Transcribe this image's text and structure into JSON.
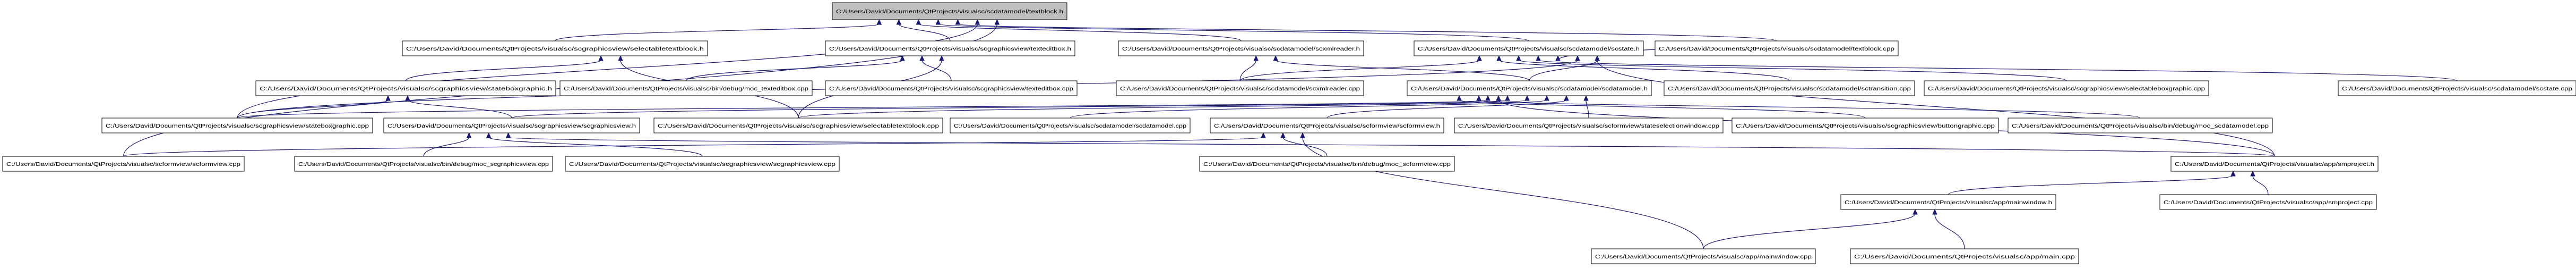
{
  "title": "Include dependency graph for textblock.h",
  "colors": {
    "edge": "#191970",
    "root_fill": "#bfbfbf",
    "node_fill": "#ffffff",
    "node_border": "#000000"
  },
  "nodes": [
    {
      "id": "n0",
      "label": "C:/Users/David/Documents/QtProjects/visualsc/scdatamodel/textblock.h",
      "root": true
    },
    {
      "id": "n1",
      "label": "C:/Users/David/Documents/QtProjects/visualsc/scgraphicsview/selectabletextblock.h"
    },
    {
      "id": "n2",
      "label": "C:/Users/David/Documents/QtProjects/visualsc/scgraphicsview/texteditbox.h"
    },
    {
      "id": "n3",
      "label": "C:/Users/David/Documents/QtProjects/visualsc/scdatamodel/scxmlreader.h"
    },
    {
      "id": "n4",
      "label": "C:/Users/David/Documents/QtProjects/visualsc/scdatamodel/scstate.h"
    },
    {
      "id": "n5",
      "label": "C:/Users/David/Documents/QtProjects/visualsc/scdatamodel/textblock.cpp"
    },
    {
      "id": "n6",
      "label": "C:/Users/David/Documents/QtProjects/visualsc/scgraphicsview/stateboxgraphic.h"
    },
    {
      "id": "n7",
      "label": "C:/Users/David/Documents/QtProjects/visualsc/bin/debug/moc_texteditbox.cpp"
    },
    {
      "id": "n8",
      "label": "C:/Users/David/Documents/QtProjects/visualsc/scgraphicsview/texteditbox.cpp"
    },
    {
      "id": "n9",
      "label": "C:/Users/David/Documents/QtProjects/visualsc/scdatamodel/scxmlreader.cpp"
    },
    {
      "id": "n10",
      "label": "C:/Users/David/Documents/QtProjects/visualsc/scdatamodel/scdatamodel.h"
    },
    {
      "id": "n11",
      "label": "C:/Users/David/Documents/QtProjects/visualsc/scdatamodel/sctransition.cpp"
    },
    {
      "id": "n12",
      "label": "C:/Users/David/Documents/QtProjects/visualsc/scgraphicsview/selectableboxgraphic.cpp"
    },
    {
      "id": "n13",
      "label": "C:/Users/David/Documents/QtProjects/visualsc/scdatamodel/scstate.cpp"
    },
    {
      "id": "n14",
      "label": "C:/Users/David/Documents/QtProjects/visualsc/scgraphicsview/stateboxgraphic.cpp"
    },
    {
      "id": "n15",
      "label": "C:/Users/David/Documents/QtProjects/visualsc/scgraphicsview/scgraphicsview.h"
    },
    {
      "id": "n16",
      "label": "C:/Users/David/Documents/QtProjects/visualsc/scgraphicsview/selectabletextblock.cpp"
    },
    {
      "id": "n17",
      "label": "C:/Users/David/Documents/QtProjects/visualsc/scdatamodel/scdatamodel.cpp"
    },
    {
      "id": "n18",
      "label": "C:/Users/David/Documents/QtProjects/visualsc/scformview/scformview.h"
    },
    {
      "id": "n19",
      "label": "C:/Users/David/Documents/QtProjects/visualsc/scformview/stateselectionwindow.cpp"
    },
    {
      "id": "n20",
      "label": "C:/Users/David/Documents/QtProjects/visualsc/scgraphicsview/buttongraphic.cpp"
    },
    {
      "id": "n21",
      "label": "C:/Users/David/Documents/QtProjects/visualsc/bin/debug/moc_scdatamodel.cpp"
    },
    {
      "id": "n22",
      "label": "C:/Users/David/Documents/QtProjects/visualsc/scformview/scformview.cpp"
    },
    {
      "id": "n23",
      "label": "C:/Users/David/Documents/QtProjects/visualsc/bin/debug/moc_scgraphicsview.cpp"
    },
    {
      "id": "n24",
      "label": "C:/Users/David/Documents/QtProjects/visualsc/scgraphicsview/scgraphicsview.cpp"
    },
    {
      "id": "n25",
      "label": "C:/Users/David/Documents/QtProjects/visualsc/bin/debug/moc_scformview.cpp"
    },
    {
      "id": "n26",
      "label": "C:/Users/David/Documents/QtProjects/visualsc/app/smproject.h"
    },
    {
      "id": "n27",
      "label": "C:/Users/David/Documents/QtProjects/visualsc/app/mainwindow.h"
    },
    {
      "id": "n28",
      "label": "C:/Users/David/Documents/QtProjects/visualsc/app/smproject.cpp"
    },
    {
      "id": "n29",
      "label": "C:/Users/David/Documents/QtProjects/visualsc/app/mainwindow.cpp"
    },
    {
      "id": "n30",
      "label": "C:/Users/David/Documents/QtProjects/visualsc/app/main.cpp"
    }
  ],
  "edges": [
    [
      "n1",
      "n0"
    ],
    [
      "n2",
      "n0"
    ],
    [
      "n3",
      "n0"
    ],
    [
      "n4",
      "n0"
    ],
    [
      "n5",
      "n0"
    ],
    [
      "n14",
      "n0"
    ],
    [
      "n22",
      "n0"
    ],
    [
      "n6",
      "n1"
    ],
    [
      "n16",
      "n1"
    ],
    [
      "n7",
      "n2"
    ],
    [
      "n8",
      "n2"
    ],
    [
      "n16",
      "n2"
    ],
    [
      "n9",
      "n3"
    ],
    [
      "n10",
      "n3"
    ],
    [
      "n10",
      "n4"
    ],
    [
      "n9",
      "n4"
    ],
    [
      "n11",
      "n4"
    ],
    [
      "n12",
      "n4"
    ],
    [
      "n13",
      "n4"
    ],
    [
      "n5",
      "n4"
    ],
    [
      "n14",
      "n4"
    ],
    [
      "n26",
      "n4"
    ],
    [
      "n14",
      "n6"
    ],
    [
      "n15",
      "n6"
    ],
    [
      "n14",
      "n10"
    ],
    [
      "n15",
      "n10"
    ],
    [
      "n16",
      "n10"
    ],
    [
      "n17",
      "n10"
    ],
    [
      "n18",
      "n10"
    ],
    [
      "n19",
      "n10"
    ],
    [
      "n20",
      "n10"
    ],
    [
      "n21",
      "n10"
    ],
    [
      "n26",
      "n10"
    ],
    [
      "n23",
      "n15"
    ],
    [
      "n24",
      "n15"
    ],
    [
      "n26",
      "n15"
    ],
    [
      "n22",
      "n18"
    ],
    [
      "n25",
      "n18"
    ],
    [
      "n29",
      "n18"
    ],
    [
      "n27",
      "n26"
    ],
    [
      "n28",
      "n26"
    ],
    [
      "n29",
      "n27"
    ],
    [
      "n30",
      "n27"
    ]
  ]
}
